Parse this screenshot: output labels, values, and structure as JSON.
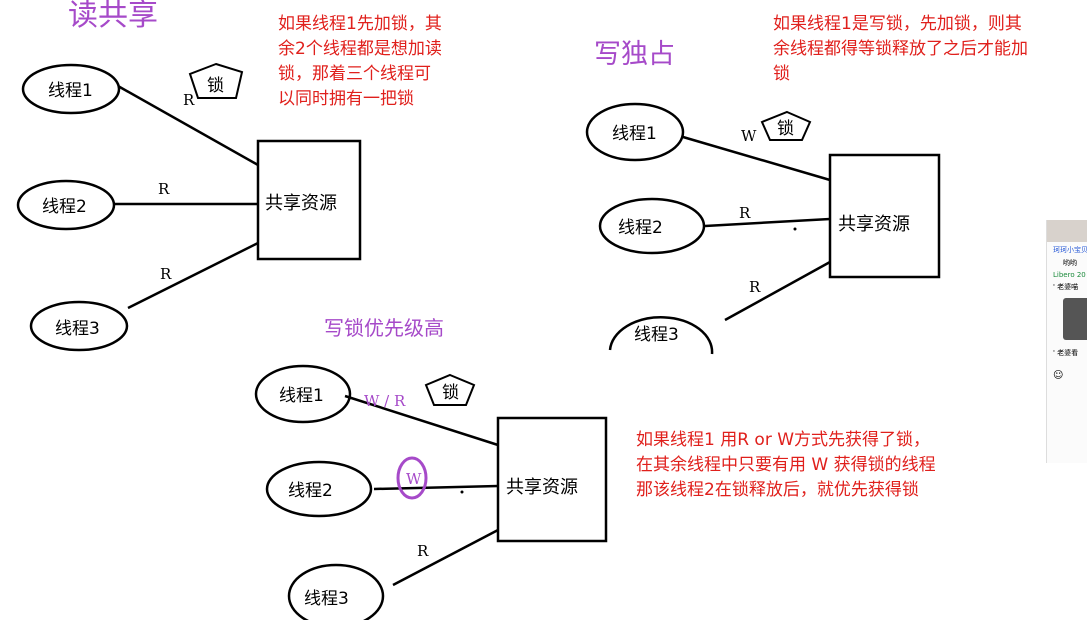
{
  "titles": {
    "read_share": "读共享",
    "write_exclusive": "写独占",
    "write_priority": "写锁优先级高"
  },
  "notes": {
    "read_share": [
      "如果线程1先加锁，其",
      "余2个线程都是想加读",
      "锁，那着三个线程可",
      "以同时拥有一把锁"
    ],
    "write_exclusive": [
      "如果线程1是写锁，先加锁，则其",
      "余线程都得等锁释放了之后才能加",
      "锁"
    ],
    "write_priority": [
      "如果线程1 用R or W方式先获得了锁，",
      "在其余线程中只要有用 W 获得锁的线程",
      "那该线程2在锁释放后，就优先获得锁"
    ]
  },
  "diagram_read": {
    "threads": [
      "线程1",
      "线程2",
      "线程3"
    ],
    "resource": "共享资源",
    "lock": "锁",
    "edges": [
      "R",
      "R",
      "R"
    ]
  },
  "diagram_write": {
    "threads": [
      "线程1",
      "线程2",
      "线程3"
    ],
    "resource": "共享资源",
    "lock": "锁",
    "edges": [
      "W",
      "R",
      "R"
    ]
  },
  "diagram_priority": {
    "threads": [
      "线程1",
      "线程2",
      "线程3"
    ],
    "resource": "共享资源",
    "lock": "锁",
    "edges": [
      "W / R",
      "W",
      "R"
    ]
  },
  "side_panel": {
    "lines": [
      "珂珂小宝贝",
      "哟哟",
      "Libero 20",
      "' 老婆喵",
      "' 老婆看"
    ]
  },
  "colors": {
    "heading": "#a64ac9",
    "note": "#e0201c",
    "highlight_circle": "#a64ac9"
  }
}
